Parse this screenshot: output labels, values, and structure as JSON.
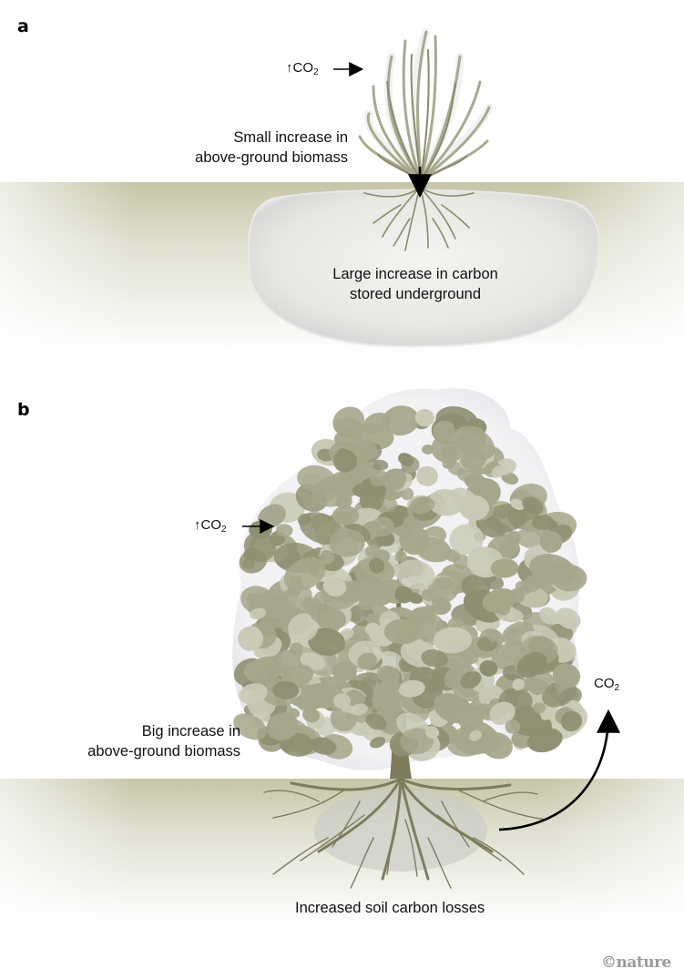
{
  "figure": {
    "panels": [
      {
        "letter": "a",
        "co2_label": {
          "arrow_glyph": "↑",
          "text": "CO",
          "subscript": "2"
        },
        "above_label": [
          "Small increase in",
          "above-ground biomass"
        ],
        "below_label": [
          "Large increase in carbon",
          "stored underground"
        ],
        "plant": "grass-icon"
      },
      {
        "letter": "b",
        "co2_label": {
          "arrow_glyph": "↑",
          "text": "CO",
          "subscript": "2"
        },
        "above_label": [
          "Big increase in",
          "above-ground biomass"
        ],
        "release_label": {
          "text": "CO",
          "subscript": "2"
        },
        "below_label": [
          "Increased soil carbon losses"
        ],
        "plant": "tree-icon"
      }
    ],
    "credit": "©nature",
    "colors": {
      "foliage_dark": "#8f8f72",
      "foliage_mid": "#a6a68c",
      "foliage_light": "#c9c9b6",
      "root": "#7d7d5e",
      "soil_top": "#c9c8ac",
      "halo": "#eeeef1",
      "arrow": "#000000"
    }
  }
}
